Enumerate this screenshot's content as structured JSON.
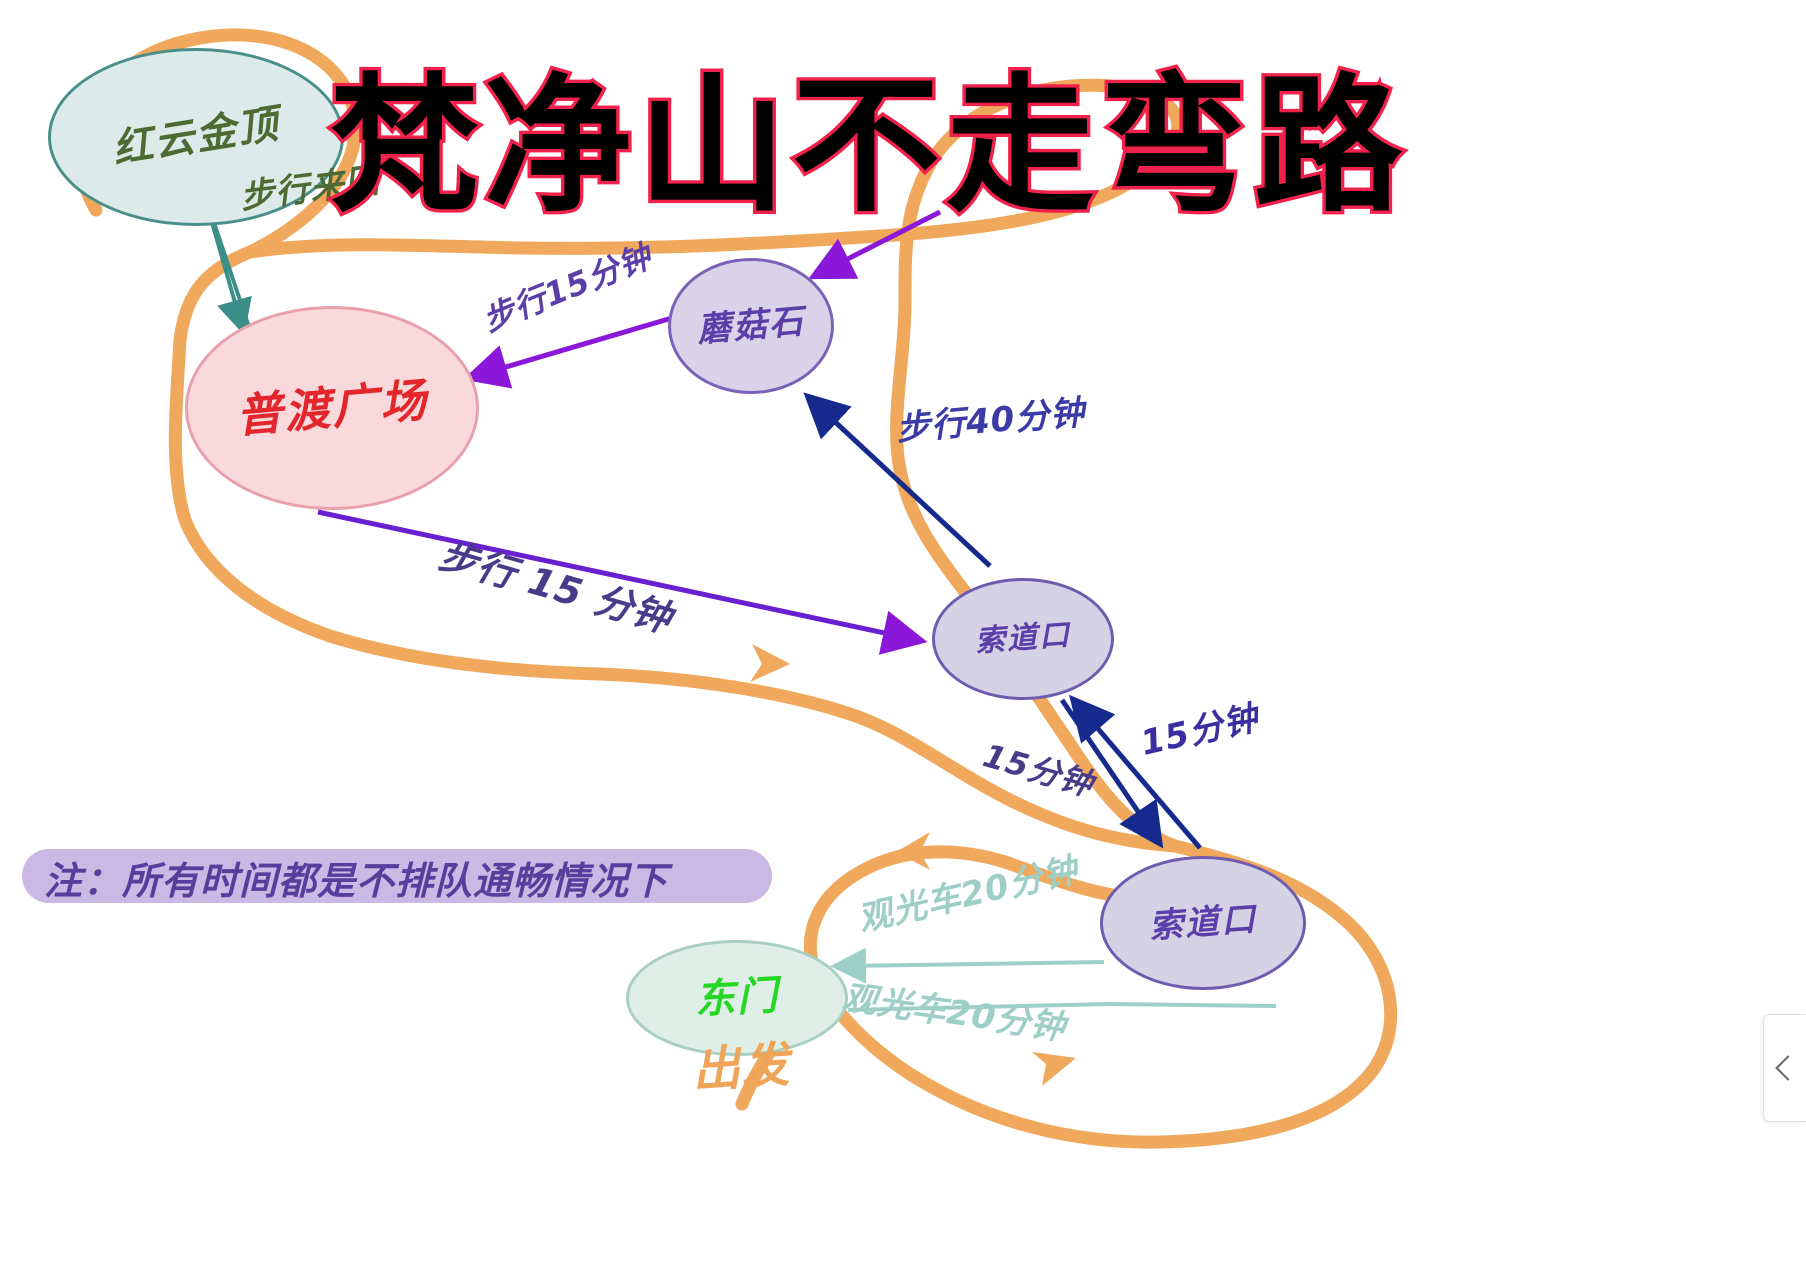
{
  "title": "梵净山不走弯路",
  "note": {
    "text": "注：所有时间都是不排队通畅情况下",
    "banner_color": "#c9b9e4",
    "text_color": "#5a3c9c"
  },
  "nodes": [
    {
      "id": "hongyun",
      "label": "红云金顶",
      "fill": "#dcebe9",
      "stroke": "#4a8f8a",
      "text_color": "#4b6b33"
    },
    {
      "id": "pudu",
      "label": "普渡广场",
      "fill": "#f9d9dc",
      "stroke": "#e8a0ac",
      "text_color": "#e3262b"
    },
    {
      "id": "mogushi",
      "label": "蘑菇石",
      "fill": "#d8d3e8",
      "stroke": "#7a62b8",
      "text_color": "#5b3fa8"
    },
    {
      "id": "suodao1",
      "label": "索道口",
      "fill": "#d6d2e6",
      "stroke": "#6f5cb0",
      "text_color": "#5b3fa8"
    },
    {
      "id": "suodao2",
      "label": "索道口",
      "fill": "#d6d2e6",
      "stroke": "#6f5cb0",
      "text_color": "#5b3fa8"
    },
    {
      "id": "dongmen",
      "label": "东门",
      "fill": "#dfeee7",
      "stroke": "#a8cfc2",
      "text_color": "#23d723"
    }
  ],
  "edges": [
    {
      "id": "walk-top",
      "label": "步行来回",
      "from": "pudu",
      "to": "hongyun",
      "color": "#4b6b33"
    },
    {
      "id": "walk-15a",
      "label": "步行15分钟",
      "from": "mogushi",
      "to": "pudu",
      "color": "#5b3fa8"
    },
    {
      "id": "walk-40",
      "label": "步行40分钟",
      "from": "suodao1",
      "to": "mogushi",
      "color": "#3b3ba8"
    },
    {
      "id": "walk-15b",
      "label": "步行 15 分钟",
      "from": "pudu",
      "to": "suodao1",
      "color": "#4a3a8a"
    },
    {
      "id": "ropeway-a",
      "label": "15分钟",
      "from": "suodao1",
      "to": "suodao2",
      "color": "#4a3a8a"
    },
    {
      "id": "ropeway-b",
      "label": "15分钟",
      "from": "suodao2",
      "to": "suodao1",
      "color": "#3b2ea0"
    },
    {
      "id": "bus-a",
      "label": "观光车20分钟",
      "from": "suodao2",
      "to": "dongmen",
      "color": "#9ecfc6"
    },
    {
      "id": "bus-b",
      "label": "观光车20分钟",
      "from": "suodao2",
      "to": "dongmen",
      "color": "#9ecfc6"
    }
  ],
  "start_marker": {
    "label": "出发",
    "color": "#f0a458"
  },
  "palette": {
    "route_path": "#f0a85c",
    "title_fill": "#000000",
    "title_stroke": "#f0214a",
    "background": "#ffffff"
  },
  "side_panel": {
    "icon": "chevron-left-icon"
  }
}
